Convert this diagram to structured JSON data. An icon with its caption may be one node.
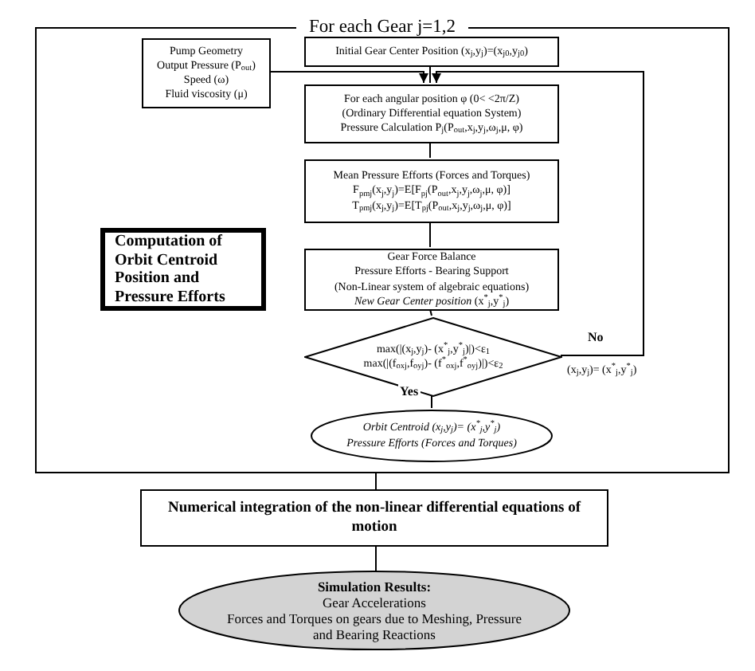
{
  "diagram": {
    "nodes": [
      {
        "text": [
          "For each Gear j=1,2"
        ]
      },
      {
        "text": [
          "Pump Geometry",
          "Output Pressure (P$_{out}$)",
          "Speed (ω)",
          "Fluid viscosity (μ)"
        ],
        "in": 0
      },
      {
        "text": [
          "Initial Gear Center Position (x$_{j}$,y$_{j}$)=(x$_{j0}$,y$_{j0}$)"
        ],
        "in": 0
      },
      {
        "text": [
          "For each angular position φ (0< <2π/Z)",
          "(Ordinary Differential equation System)",
          "Pressure Calculation P$_{j}$(P$_{out}$,x$_{j}$,y$_{j}$,ω$_{j}$,μ, φ)"
        ],
        "in": 0
      },
      {
        "text": [
          "Mean Pressure Efforts (Forces and Torques)",
          "F$_{pmj}$(x$_{j}$,y$_{j}$)=E[F$_{pj}$(P$_{out}$,x$_{j}$,y$_{j}$,ω$_{j}$,μ, φ)]",
          "T$_{pmj}$(x$_{j}$,y$_{j}$)=E[T$_{pj}$(P$_{out}$,x$_{j}$,y$_{j}$,ω$_{j}$,μ, φ)]"
        ],
        "in": 0
      },
      {
        "text": [
          "Gear Force Balance",
          "Pressure Efforts - Bearing Support",
          "(Non-Linear system of algebraic equations)",
          "*New Gear Center position* (x$^{*}$$_{j}$,y$^{*}$$_{j}$)"
        ],
        "in": 0
      },
      {
        "text": [
          "Computation of Orbit Centroid Position and Pressure Efforts"
        ],
        "in": 0
      },
      {
        "text": [
          "max(|(x$_{j}$,y$_{j}$)- (x$^{*}$$_{j}$,y$^{*}$$_{j}$)|)<ε$_{1}$",
          "max(|(f$_{oxj}$,f$_{oyj}$)- (f$^{*}$$_{oxj}$,f$^{*}$$_{oyj}$)|)<ε$_{2}$"
        ],
        "in": 0
      },
      {
        "text": [
          "Orbit Centroid (x$_{j}$,y$_{j}$)= (x$^{*}$$_{j}$,y$^{*}$$_{j}$)",
          "Pressure Efforts (Forces and Torques)"
        ],
        "in": 0
      },
      {
        "text": [
          "Numerical integration of the non-linear differential equations of motion"
        ]
      },
      {
        "text": [
          "**Simulation Results:**",
          "Gear Accelerations",
          "Forces and Torques on gears due to Meshing, Pressure and Bearing Reactions"
        ]
      }
    ],
    "edges": [
      {
        "from": 1,
        "to": 3,
        "arrow": "to"
      },
      {
        "from": 2,
        "to": 3,
        "arrow": "none"
      },
      {
        "from": 3,
        "to": 4,
        "arrow": "none"
      },
      {
        "from": 4,
        "to": 5,
        "arrow": "none"
      },
      {
        "from": 5,
        "to": 7,
        "arrow": "none"
      },
      {
        "from": 7,
        "to": 8,
        "arrow": "none",
        "label": "Yes"
      },
      {
        "from": 7,
        "to": 3,
        "arrow": "to",
        "label": "No"
      },
      {
        "from": 0,
        "to": 9,
        "arrow": "none"
      },
      {
        "from": 9,
        "to": 10,
        "arrow": "none"
      }
    ],
    "labels": [
      "(x$_{j}$,y$_{j}$)= (x$^{*}$$_{j}$,y$^{*}$$_{j}$)"
    ]
  }
}
